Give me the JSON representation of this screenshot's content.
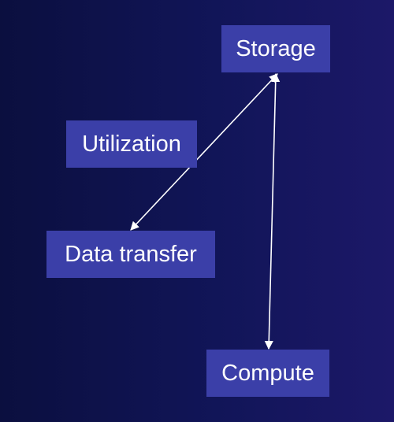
{
  "diagram": {
    "nodes": [
      {
        "id": "storage",
        "label": "Storage"
      },
      {
        "id": "utilization",
        "label": "Utilization"
      },
      {
        "id": "data-transfer",
        "label": "Data transfer"
      },
      {
        "id": "compute",
        "label": "Compute"
      }
    ],
    "edges": [
      {
        "from": "storage",
        "to": "data-transfer",
        "bidirectional": true
      },
      {
        "from": "storage",
        "to": "compute",
        "bidirectional": true
      }
    ]
  },
  "colors": {
    "node_fill": "#3b3fa8",
    "node_text": "#ffffff",
    "connector": "#ffffff"
  }
}
